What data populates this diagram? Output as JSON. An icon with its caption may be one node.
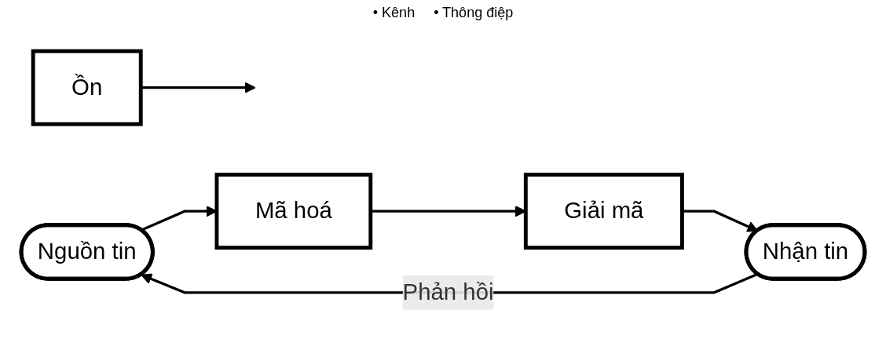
{
  "diagram": {
    "nodes": [
      {
        "text": [
          "Ồn"
        ]
      },
      {
        "text": [
          "Nguồn tin"
        ]
      },
      {
        "text": [
          "Mã hoá"
        ]
      },
      {
        "text": [
          "Giải mã"
        ]
      },
      {
        "text": [
          "Nhận tin"
        ]
      }
    ],
    "edges": [
      {
        "from": 0,
        "to": null,
        "arrow": "to"
      },
      {
        "from": 1,
        "to": 2,
        "arrow": "to"
      },
      {
        "from": 2,
        "to": 3,
        "arrow": "to"
      },
      {
        "from": 3,
        "to": 4,
        "arrow": "to"
      },
      {
        "from": 4,
        "to": 1,
        "label": "Phản hồi",
        "arrow": "to"
      }
    ],
    "labels": [
      "• Kênh",
      "• Thông điệp"
    ]
  }
}
